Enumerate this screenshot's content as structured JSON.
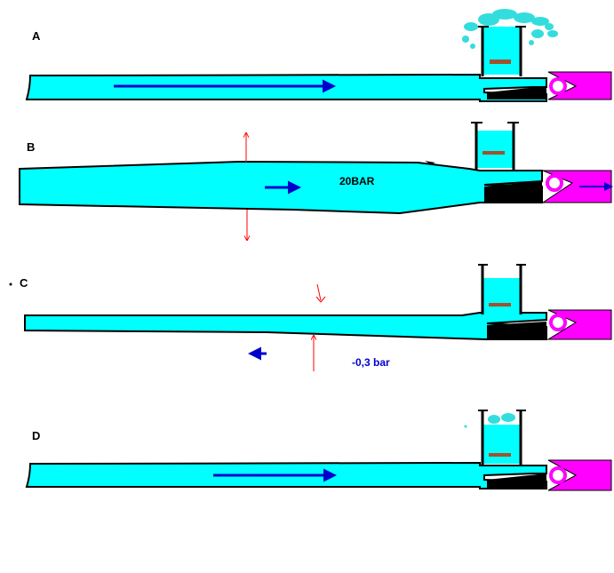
{
  "panels": [
    {
      "label": "A"
    },
    {
      "label": "B"
    },
    {
      "label": "C"
    },
    {
      "label": "D"
    }
  ],
  "annotations": {
    "pressure_high": "20BAR",
    "pressure_low": "-0,3 bar"
  },
  "colors": {
    "water": "#00ffff",
    "pipe_outline": "#000000",
    "flow_arrow": "#0000cc",
    "expansion_arrow": "#ff0000",
    "valve_body": "#ff00ff",
    "valve_ball": "#ffffff",
    "plunger": "#a0522d"
  }
}
